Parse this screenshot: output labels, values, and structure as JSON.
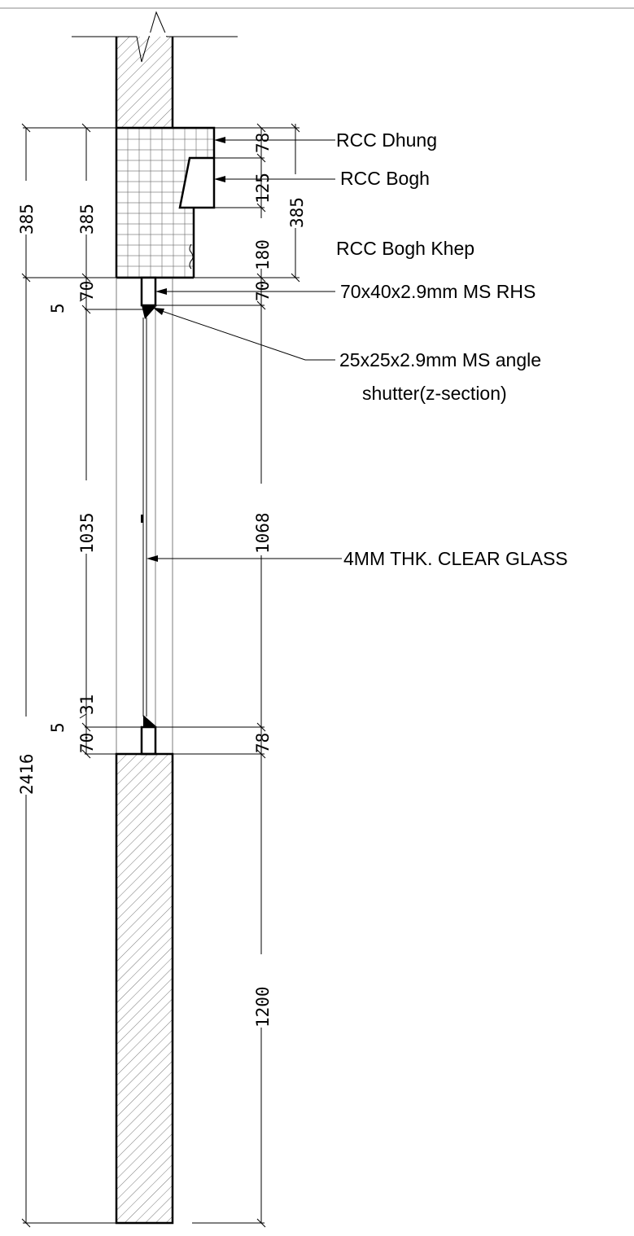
{
  "labels": {
    "rcc_dhung": "RCC Dhung",
    "rcc_bogh": "RCC Bogh",
    "rcc_bogh_khep": "RCC Bogh Khep",
    "rhs": "70x40x2.9mm MS RHS",
    "angle_line1": "25x25x2.9mm MS angle",
    "angle_line2": "shutter(z-section)",
    "glass": "4MM THK. CLEAR GLASS"
  },
  "dimensions": {
    "outer_total": "2416",
    "outer_top": "385",
    "inner_top": "385",
    "right_top": "385",
    "lintel_78": "78",
    "bogh_125": "125",
    "khep_180": "180",
    "frame_top_left": "70",
    "frame_top_right": "70",
    "gap_top": "5",
    "glass_left": "1035",
    "glass_right": "1068",
    "bottom_31": "31",
    "gap_bottom": "5",
    "frame_bottom_left": "70",
    "frame_bottom_right": "78",
    "sill": "1200"
  }
}
